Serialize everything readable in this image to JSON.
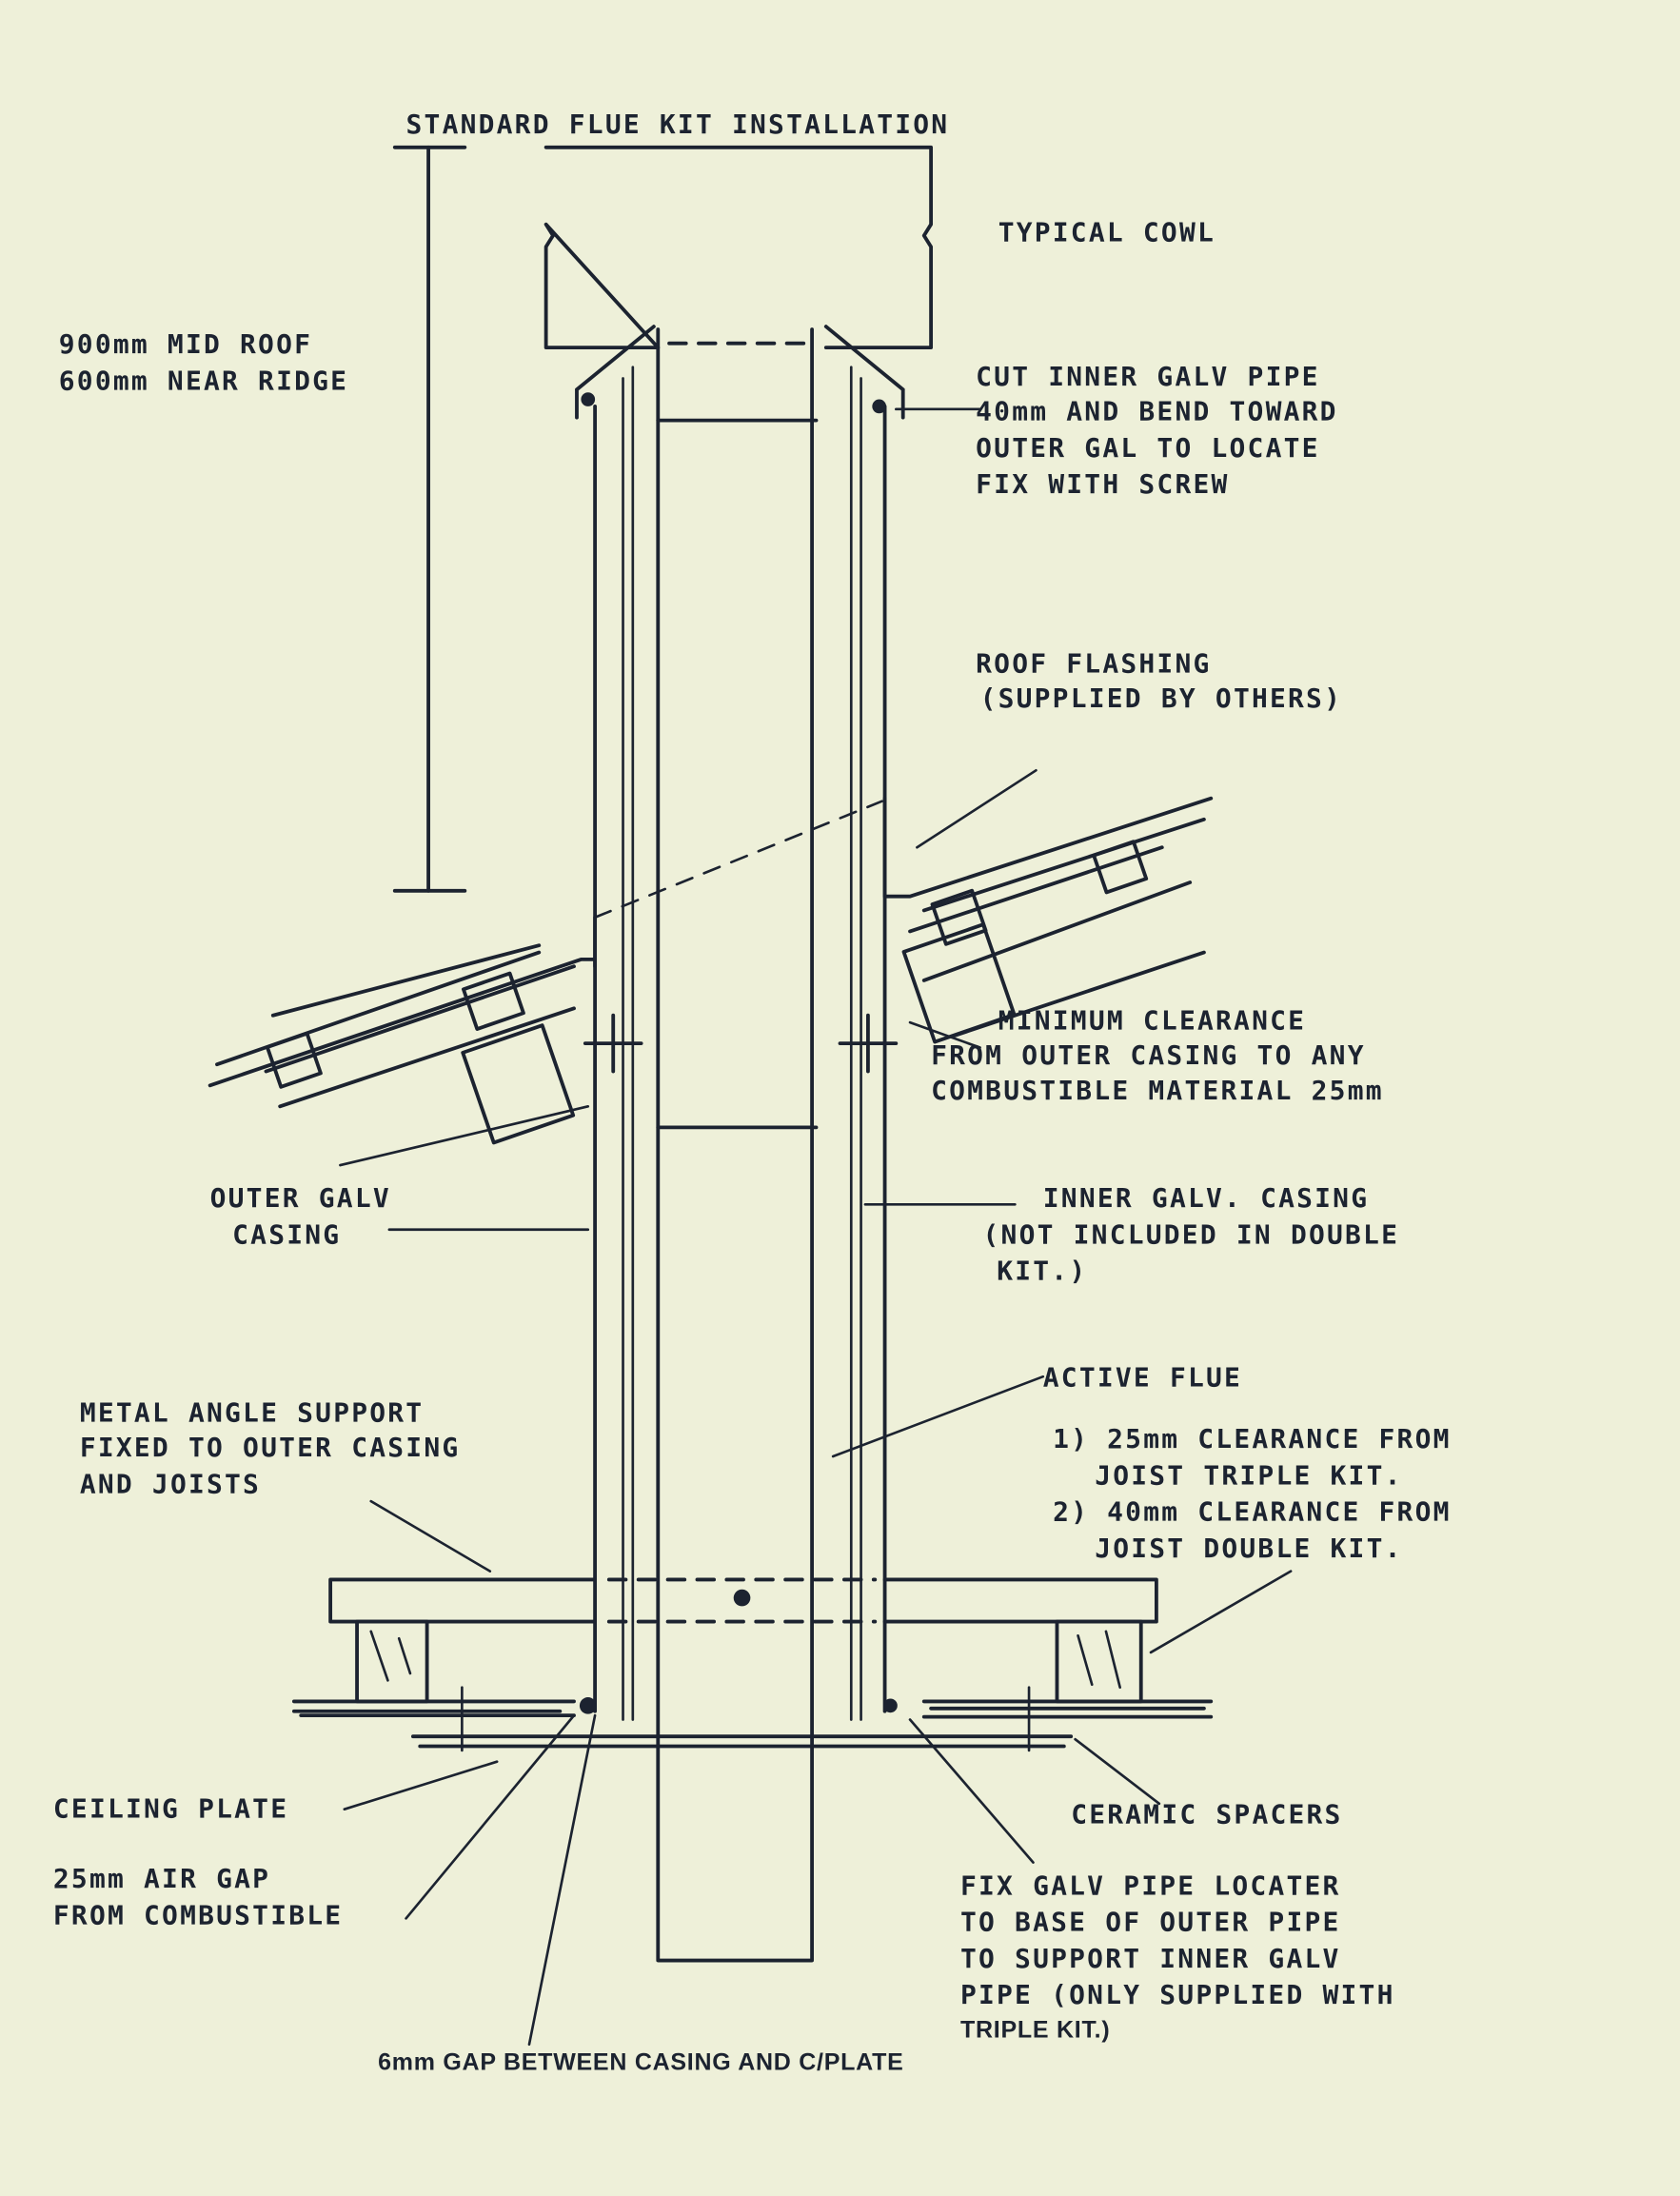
{
  "title": "STANDARD FLUE KIT INSTALLATION",
  "labels": {
    "cowl": "TYPICAL COWL",
    "height": [
      "900mm MID ROOF",
      "600mm NEAR RIDGE"
    ],
    "cut_pipe": [
      "CUT INNER GALV PIPE",
      "40mm AND BEND TOWARD",
      "OUTER GAL TO LOCATE",
      "FIX WITH SCREW"
    ],
    "flashing": [
      "ROOF FLASHING",
      "(SUPPLIED BY OTHERS)"
    ],
    "clearance": [
      "MINIMUM CLEARANCE",
      "FROM OUTER CASING TO ANY",
      "COMBUSTIBLE MATERIAL 25mm"
    ],
    "outer_casing": [
      "OUTER GALV",
      "CASING"
    ],
    "inner_casing": [
      "INNER GALV. CASING",
      "(NOT INCLUDED IN DOUBLE",
      "KIT.)"
    ],
    "active_flue": "ACTIVE FLUE",
    "angle_support": [
      "METAL ANGLE SUPPORT",
      "FIXED TO OUTER CASING",
      "AND JOISTS"
    ],
    "joist_clearance": [
      "1) 25mm CLEARANCE FROM",
      "JOIST TRIPLE KIT.",
      "2) 40mm CLEARANCE FROM",
      "JOIST DOUBLE KIT."
    ],
    "ceiling_plate": "CEILING PLATE",
    "ceramic_spacers": "CERAMIC SPACERS",
    "air_gap": [
      "25mm AIR GAP",
      "FROM COMBUSTIBLE"
    ],
    "pipe_locater": [
      "FIX GALV PIPE LOCATER",
      "TO BASE OF OUTER PIPE",
      "TO SUPPORT INNER GALV",
      "PIPE (ONLY SUPPLIED WITH",
      "TRIPLE KIT.)"
    ],
    "gap": "6mm GAP BETWEEN CASING AND C/PLATE"
  }
}
